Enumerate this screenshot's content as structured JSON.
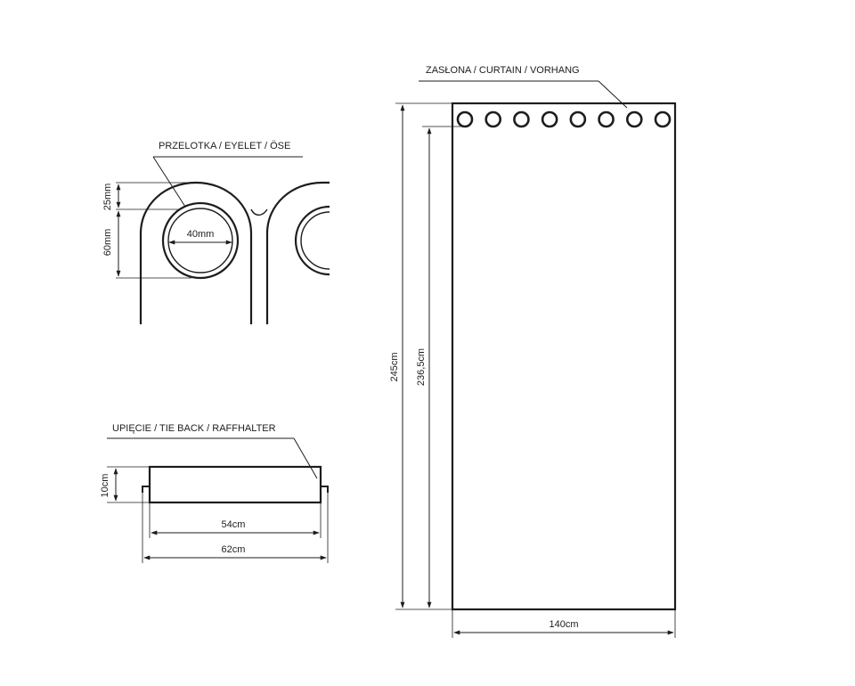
{
  "colors": {
    "ink": "#1d1d1b",
    "background": "#ffffff",
    "eyelet_fill": "#ffffff"
  },
  "eyelet_detail": {
    "label": "PRZELOTKA / EYELET / ÖSE",
    "top_margin": "25mm",
    "height": "60mm",
    "hole_diameter": "40mm"
  },
  "tie_back": {
    "label": "UPIĘCIE / TIE BACK / RAFFHALTER",
    "height": "10cm",
    "inner_width": "54cm",
    "total_width": "62cm"
  },
  "curtain": {
    "label": "ZASŁONA / CURTAIN / VORHANG",
    "total_height": "245cm",
    "height_below_eyelets": "236,5cm",
    "width": "140cm",
    "eyelet_count": 8
  }
}
